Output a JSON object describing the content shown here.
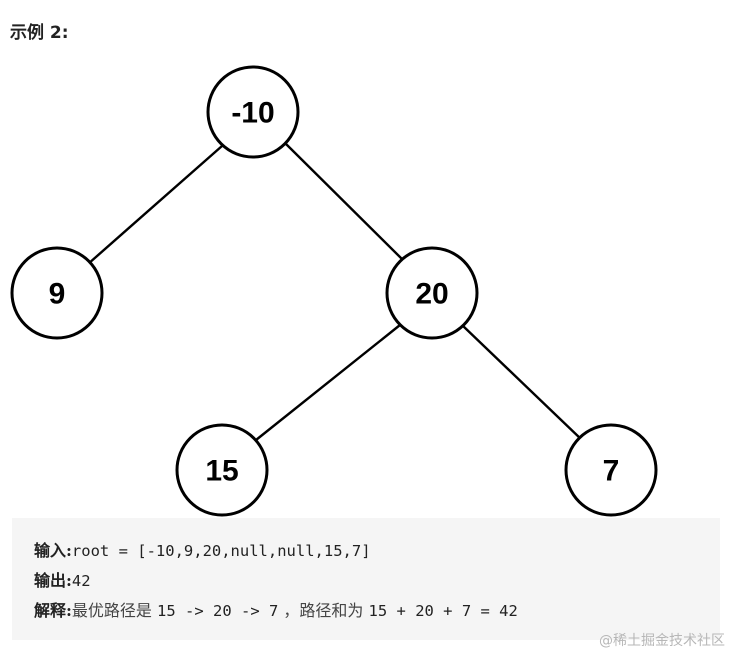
{
  "heading": "示例 2:",
  "tree": {
    "nodes": [
      {
        "id": "n-10",
        "label": "-10"
      },
      {
        "id": "n9",
        "label": "9"
      },
      {
        "id": "n20",
        "label": "20"
      },
      {
        "id": "n15",
        "label": "15"
      },
      {
        "id": "n7",
        "label": "7"
      }
    ]
  },
  "example": {
    "input_label": "输入:",
    "input_value": "root = [-10,9,20,null,null,15,7]",
    "output_label": "输出:",
    "output_value": "42",
    "explain_label": "解释:",
    "explain_part1": "最优路径是 ",
    "explain_path": "15 -> 20 -> 7",
    "explain_part2": " ，路径和为 ",
    "explain_sum": "15 + 20 + 7 = 42"
  },
  "watermark": "@稀土掘金技术社区"
}
